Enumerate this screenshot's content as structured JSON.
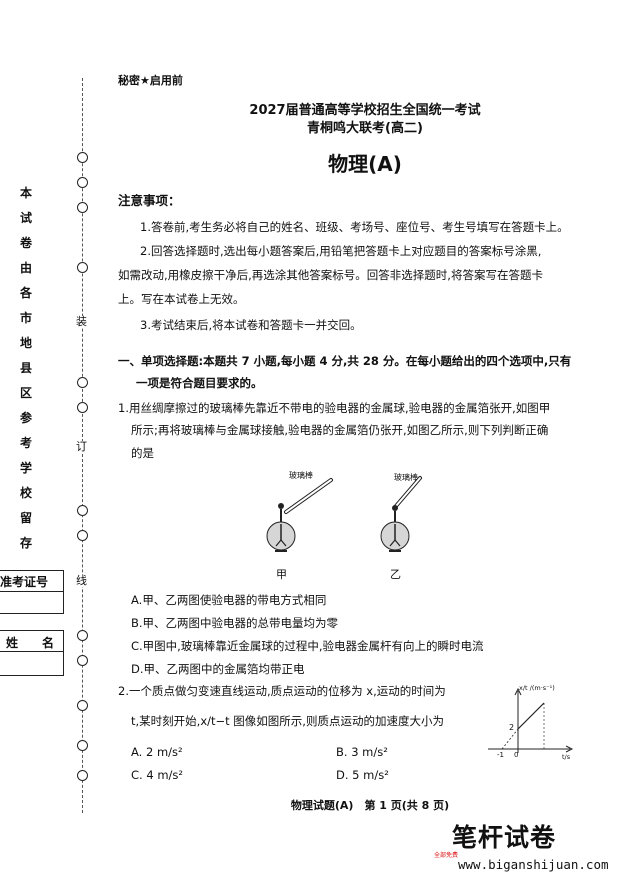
{
  "header": {
    "secret_tag": "秘密★启用前",
    "exam_line1": "2027届普通高等学校招生全国统一考试",
    "exam_line2": "青桐鸣大联考(高二)",
    "subject": "物理(A)"
  },
  "binding": {
    "side_chars": [
      "本",
      "试",
      "卷",
      "由",
      "各",
      "市",
      "地",
      "县",
      "区",
      "参",
      "考",
      "学",
      "校",
      "留",
      "存"
    ],
    "seal_words": [
      "装",
      "订",
      "线"
    ],
    "ticket_label": "准考证号",
    "name_label": "姓　　名"
  },
  "notice": {
    "title": "注意事项：",
    "items": [
      "1.答卷前,考生务必将自己的姓名、班级、考场号、座位号、考生号填写在答题卡上。",
      "2.回答选择题时,选出每小题答案后,用铅笔把答题卡上对应题目的答案标号涂黑,",
      "如需改动,用橡皮擦干净后,再选涂其他答案标号。回答非选择题时,将答案写在答题卡",
      "上。写在本试卷上无效。",
      "3.考试结束后,将本试卷和答题卡一并交回。"
    ]
  },
  "section1": {
    "line1": "一、单项选择题:本题共 7 小题,每小题 4 分,共 28 分。在每小题给出的四个选项中,只有",
    "line2": "一项是符合题目要求的。"
  },
  "q1": {
    "line1": "1.用丝绸摩擦过的玻璃棒先靠近不带电的验电器的金属球,验电器的金属箔张开,如图甲",
    "line2": "所示;再将玻璃棒与金属球接触,验电器的金属箔仍张开,如图乙所示,则下列判断正确",
    "line3": "的是",
    "fig_rod_label_a": "玻璃棒",
    "fig_rod_label_b": "玻璃棒",
    "fig_caption_a": "甲",
    "fig_caption_b": "乙",
    "options": [
      "A.甲、乙两图使验电器的带电方式相同",
      "B.甲、乙两图中验电器的总带电量均为零",
      "C.甲图中,玻璃棒靠近金属球的过程中,验电器金属杆有向上的瞬时电流",
      "D.甲、乙两图中的金属箔均带正电"
    ]
  },
  "q2": {
    "line1": "2.一个质点做匀变速直线运动,质点运动的位移为 x,运动的时间为",
    "line2": "t,某时刻开始,x/t−t 图像如图所示,则质点运动的加速度大小为",
    "graph_ylabel": "x/t /(m·s⁻¹)",
    "graph_xlabel": "t/s",
    "graph_tick_y": "2",
    "graph_tick_x_neg": "-1",
    "graph_origin": "0",
    "options": [
      "A. 2 m/s²",
      "B. 3 m/s²",
      "C. 4 m/s²",
      "D. 5 m/s²"
    ]
  },
  "footer": {
    "page": "物理试题(A)　第 1 页(共 8 页)",
    "watermark_cn": "笔杆试卷",
    "watermark_small": "全部免费",
    "watermark_url": "www.biganshijuan.com"
  }
}
